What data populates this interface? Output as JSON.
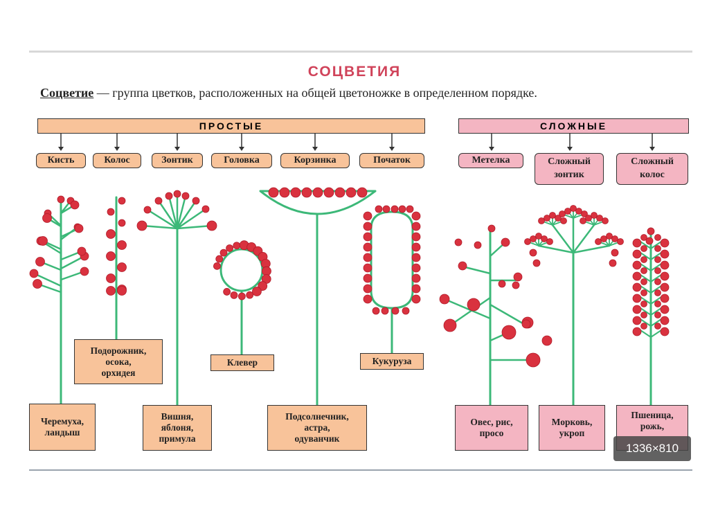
{
  "title": "СОЦВЕТИЯ",
  "definition": {
    "term": "Соцветие",
    "text": " — группа цветков, расположенных на общей цветоножке в определенном порядке."
  },
  "colors": {
    "stem": "#3cb878",
    "flower": "#d9323f",
    "simple_fill": "#f8c39a",
    "complex_fill": "#f4b5c2",
    "title": "#d0435a"
  },
  "categories": {
    "simple": {
      "label": "ПРОСТЫЕ",
      "types": [
        "Кисть",
        "Колос",
        "Зонтик",
        "Головка",
        "Корзинка",
        "Початок"
      ],
      "examples": [
        {
          "type": "Кисть",
          "text": "Черемуха,\nландыш"
        },
        {
          "type": "Колос",
          "text": "Подорожник,\nосока,\nорхидея"
        },
        {
          "type": "Зонтик",
          "text": "Вишня,\nяблоня,\nпримула"
        },
        {
          "type": "Головка",
          "text": "Клевер"
        },
        {
          "type": "Корзинка",
          "text": "Подсолнечник,\nастра,\nодуванчик"
        },
        {
          "type": "Початок",
          "text": "Кукуруза"
        }
      ]
    },
    "complex": {
      "label": "СЛОЖНЫЕ",
      "types": [
        "Метелка",
        "Сложный\nзонтик",
        "Сложный\nколос"
      ],
      "examples": [
        {
          "type": "Метелка",
          "text": "Овес, рис,\nпросо"
        },
        {
          "type": "Сложный зонтик",
          "text": "Морковь,\nукроп"
        },
        {
          "type": "Сложный колос",
          "text": "Пшеница,\nрожь,"
        }
      ]
    }
  },
  "image_size_badge": "1336×810"
}
